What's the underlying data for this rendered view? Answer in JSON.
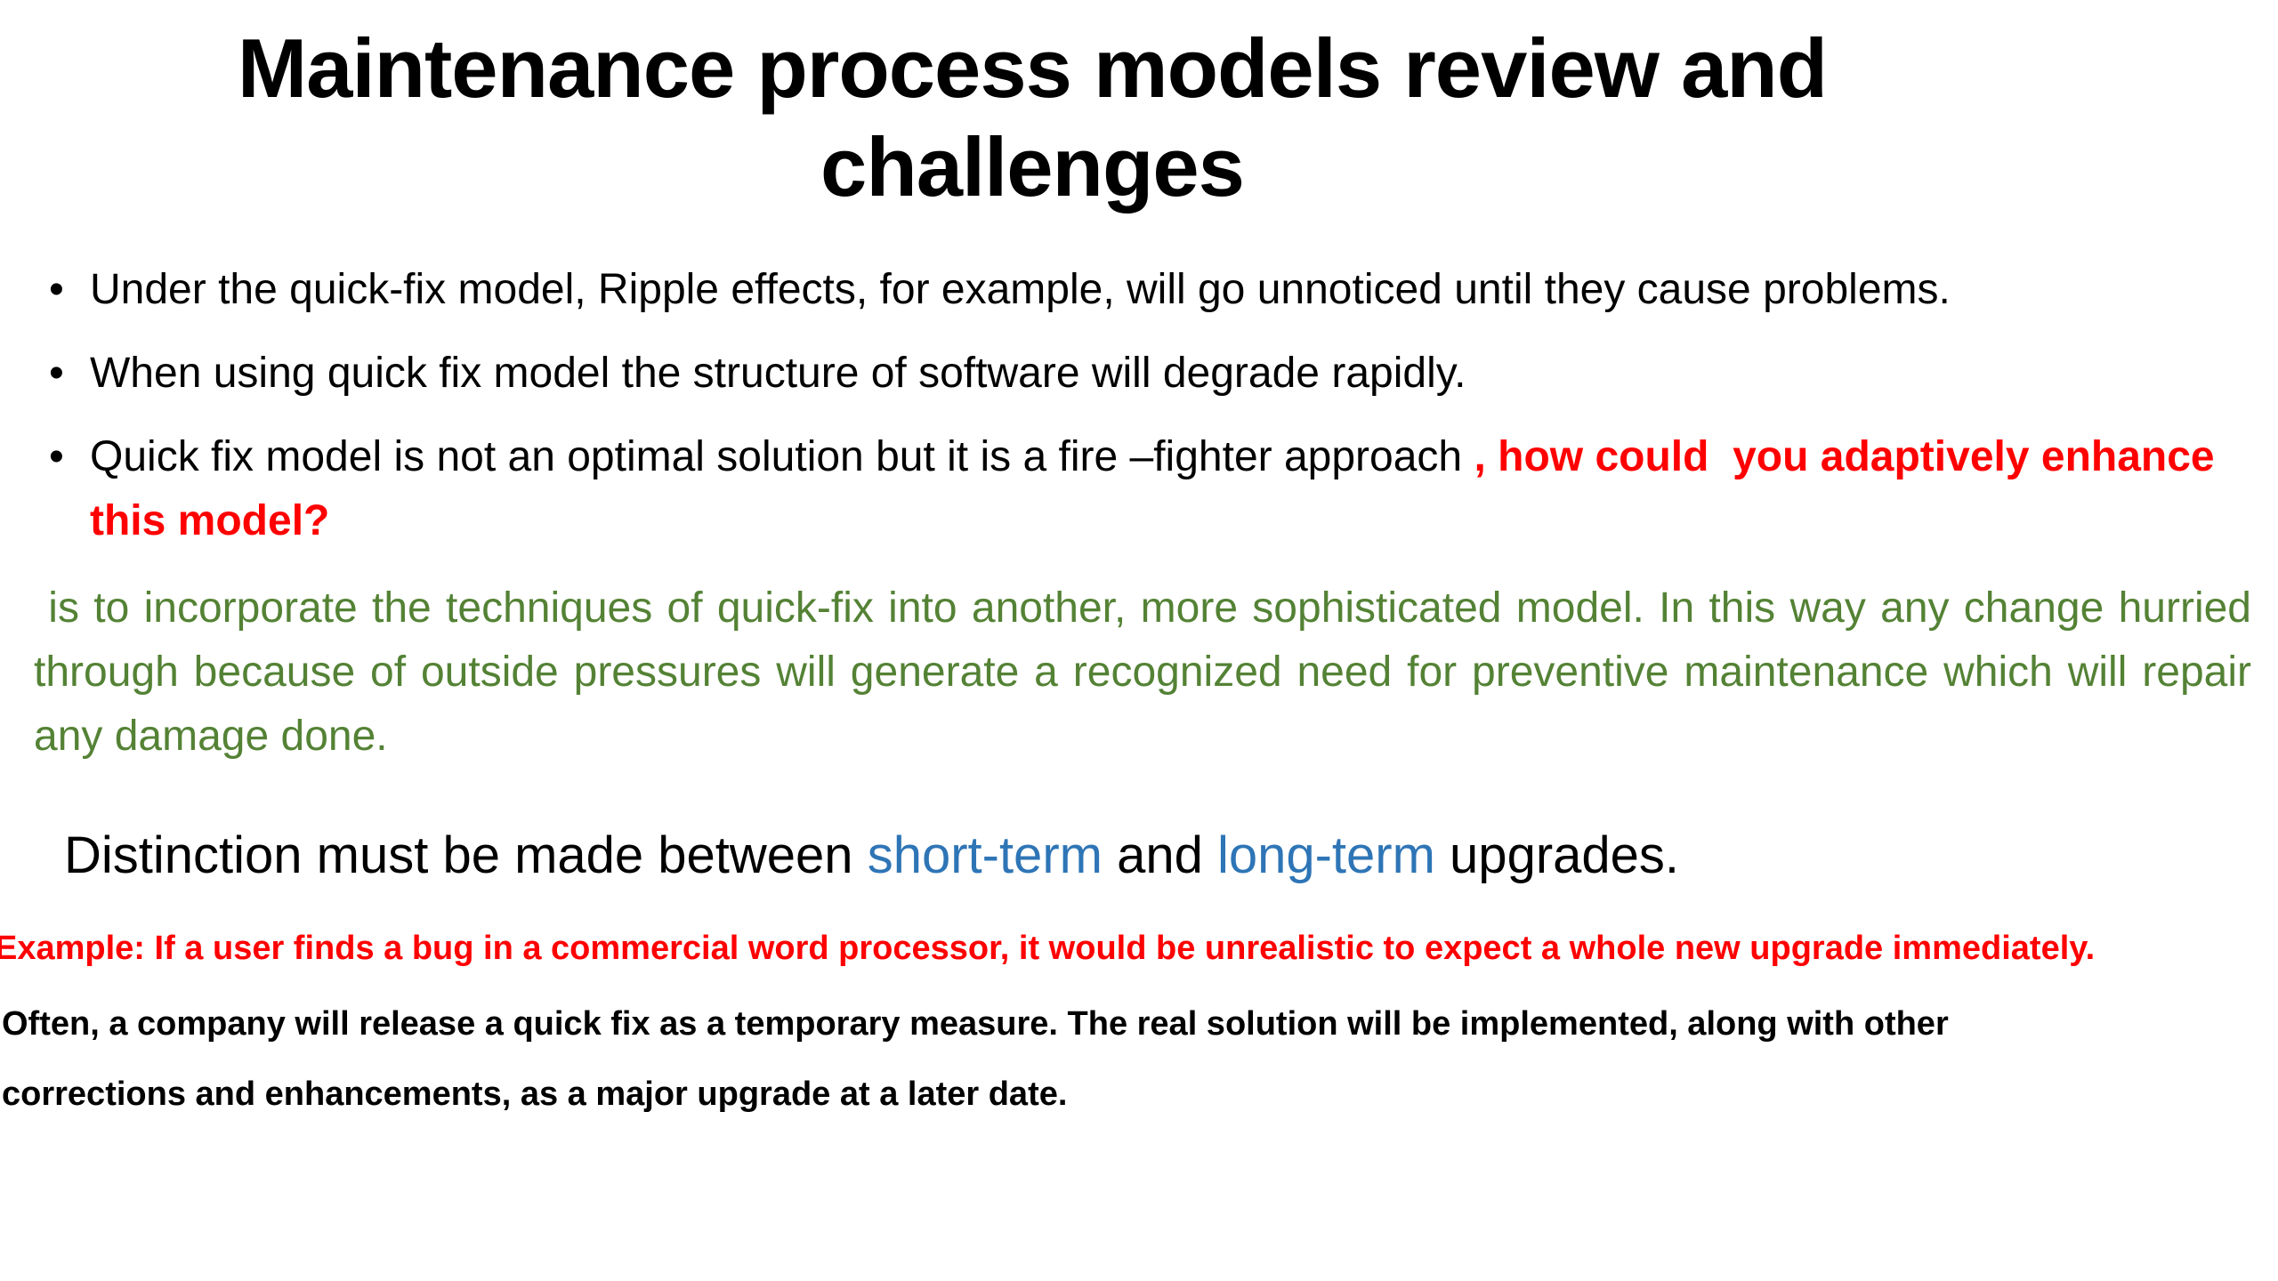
{
  "slide": {
    "title": "Maintenance process models review and challenges",
    "bullet_glyph": "•",
    "bullets": [
      {
        "text": "Under the quick-fix model, Ripple effects, for example, will go unnoticed until they cause problems."
      },
      {
        "text": "When using quick fix model the structure of software will degrade rapidly."
      },
      {
        "text": "Quick fix model is not an optimal solution but it is a fire –fighter approach ",
        "highlight": ", how could  you adaptively enhance this model?"
      }
    ],
    "green_paragraph": " is to incorporate the techniques of quick-fix into another, more sophisticated model. In this way any change hurried through because of outside pressures will generate a recognized need for preventive maintenance which will repair any damage done.",
    "distinction": {
      "prefix": "Distinction must be made between ",
      "short_term": "short-term",
      "connector": " and ",
      "long_term": "long-term",
      "suffix": " upgrades."
    },
    "example_line": "Example: If a user finds a bug in a commercial word processor, it would be unrealistic to expect a whole new upgrade immediately.",
    "footer_lines": [
      "Often, a company will release a quick fix as a temporary measure. The real solution will be implemented, along with other",
      "corrections and enhancements, as a major upgrade at a later date."
    ],
    "colors": {
      "background": "#FFFFFF",
      "title_text": "#000000",
      "body_text": "#000000",
      "emphasis_red": "#FF0000",
      "paragraph_green": "#548235",
      "term_blue": "#2E75B6"
    }
  }
}
